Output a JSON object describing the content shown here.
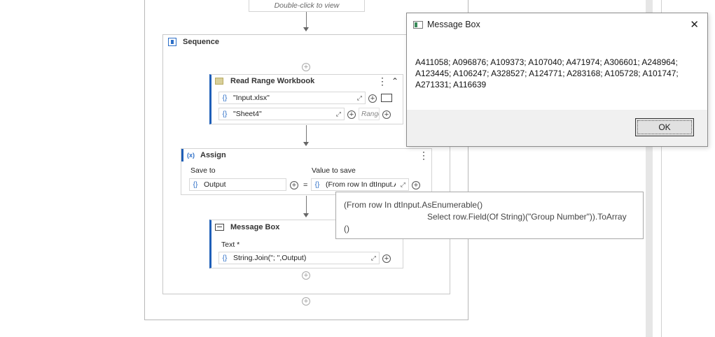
{
  "top_activity": {
    "hint": "Double-click to view"
  },
  "sequence": {
    "title": "Sequence"
  },
  "read_range": {
    "title": "Read Range Workbook",
    "workbook_path": "\"Input.xlsx\"",
    "sheet_name": "\"Sheet4\"",
    "range_placeholder": "Range"
  },
  "assign": {
    "title": "Assign",
    "save_to_label": "Save to",
    "value_label": "Value to save",
    "save_to_value": "Output",
    "equals": "=",
    "value_text": "(From row In dtInput.A"
  },
  "tooltip": {
    "line1": "(From row In dtInput.AsEnumerable()",
    "line2": "Select row.Field(Of String)(\"Group Number\")).ToArray",
    "line3": "()"
  },
  "message_box_activity": {
    "title": "Message Box",
    "text_label": "Text *",
    "text_value": "String.Join(\"; \",Output)"
  },
  "dialog": {
    "title": "Message Box",
    "close_glyph": "✕",
    "line1": "A411058; A096876; A109373; A107040; A471974; A306601; A248964;",
    "line2": "A123445; A106247; A328527; A124771; A283168; A105728; A101747;",
    "line3": "A271331; A116639",
    "ok_label": "OK"
  },
  "icons": {
    "brace": "{}",
    "plus": "+",
    "expand": "⤢",
    "kebab": "⋮",
    "collapse": "⌃"
  }
}
